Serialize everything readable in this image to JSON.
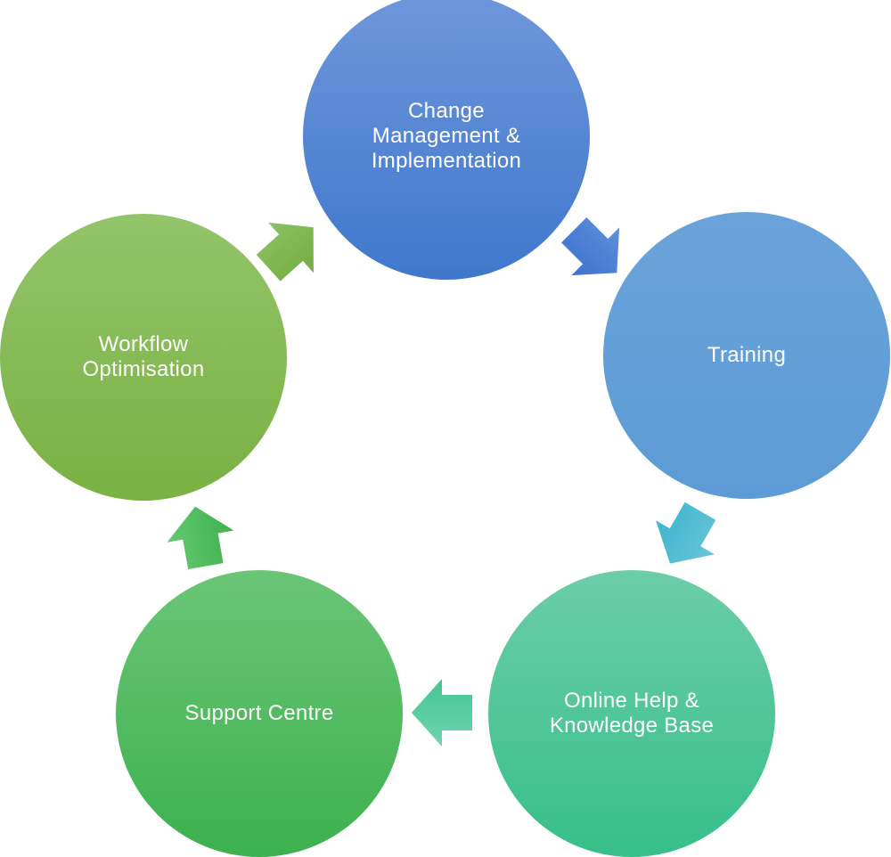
{
  "nodes": {
    "change": "Change\nManagement &\nImplementation",
    "training": "Training",
    "online": "Online Help &\nKnowledge Base",
    "support": "Support Centre",
    "workflow": "Workflow\nOptimisation"
  },
  "colors": {
    "change": "#4a7fd0",
    "training": "#62a0d8",
    "online": "#4cc699",
    "support": "#4fb960",
    "workflow": "#82b853",
    "text": "#ffffff"
  },
  "arrows": [
    {
      "from": "change",
      "to": "training"
    },
    {
      "from": "training",
      "to": "online"
    },
    {
      "from": "online",
      "to": "support"
    },
    {
      "from": "support",
      "to": "workflow"
    },
    {
      "from": "workflow",
      "to": "change"
    }
  ]
}
